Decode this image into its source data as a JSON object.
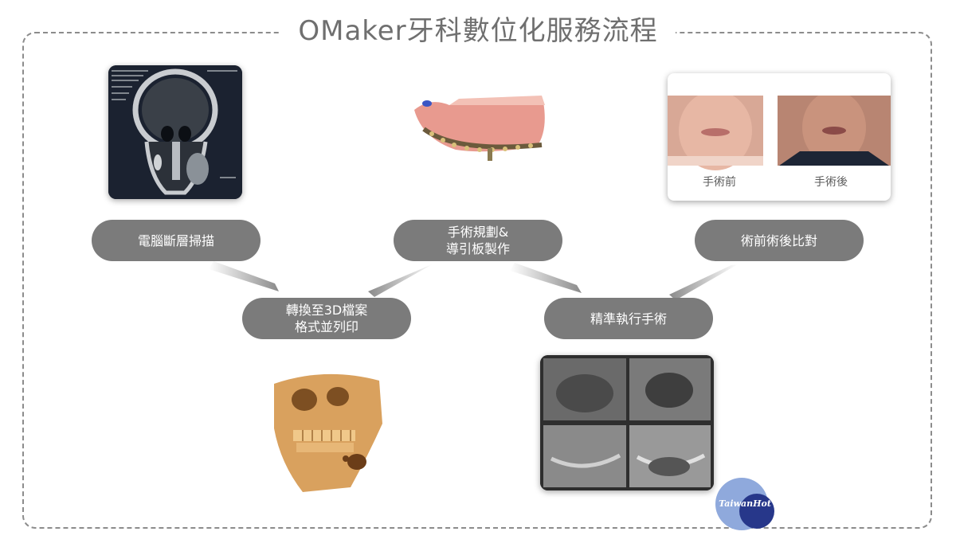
{
  "title": "OMaker牙科數位化服務流程",
  "steps": {
    "ct_scan": {
      "line1": "電腦斷層掃描"
    },
    "convert_3d": {
      "line1": "轉換至3D檔案",
      "line2": "格式並列印"
    },
    "surgical_plan": {
      "line1": "手術規劃&",
      "line2": "導引板製作"
    },
    "precise_surgery": {
      "line1": "精準執行手術"
    },
    "comparison": {
      "line1": "術前術後比對"
    }
  },
  "photo_captions": {
    "before": "手術前",
    "after": "手術後"
  },
  "watermark": "TaiwanHot",
  "colors": {
    "pill": "#7b7b7b",
    "title": "#6f6f6f",
    "frame": "#8c8c8c",
    "bone_model": "#d9a15e",
    "gum": "#e89a8f"
  }
}
